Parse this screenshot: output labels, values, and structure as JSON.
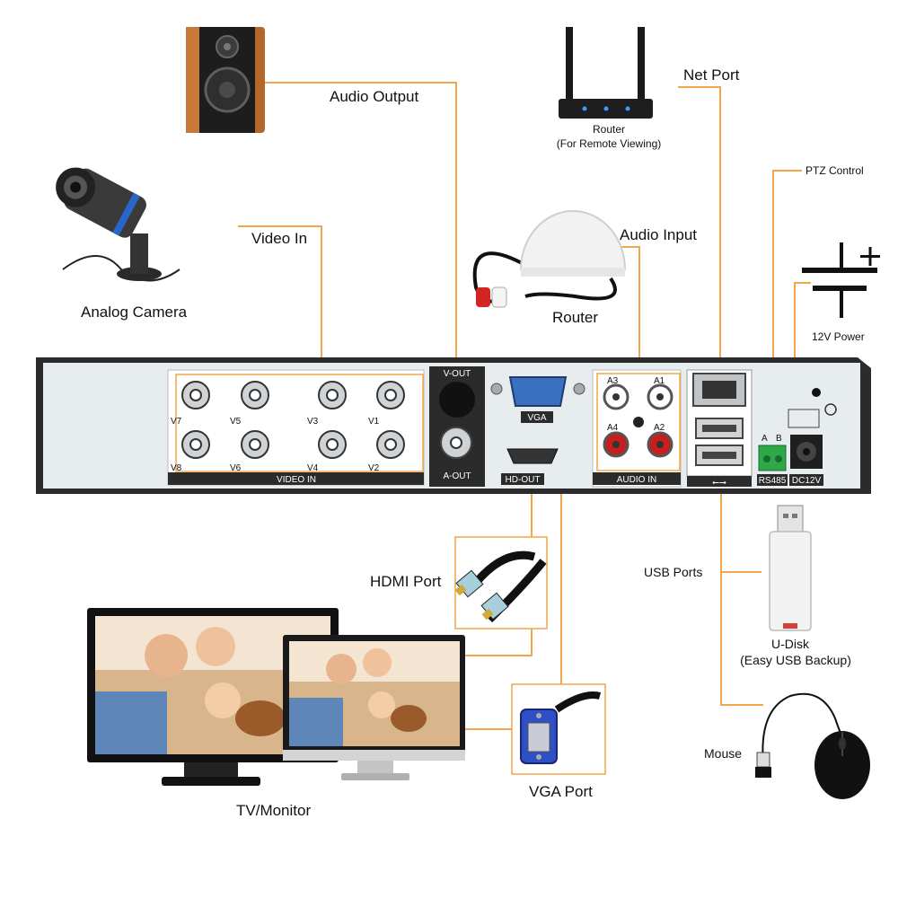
{
  "labels": {
    "audio_output": "Audio Output",
    "video_in": "Video In",
    "analog_camera": "Analog Camera",
    "router_title": "Router",
    "router_sub": "(For Remote Viewing)",
    "net_port": "Net Port",
    "audio_input": "Audio Input",
    "mic_label": "Router",
    "ptz_control": "PTZ Control",
    "power_12v": "12V Power",
    "hdmi_port": "HDMI Port",
    "usb_ports": "USB Ports",
    "udisk_title": "U-Disk",
    "udisk_sub": "(Easy USB Backup)",
    "mouse": "Mouse",
    "tv_monitor": "TV/Monitor",
    "vga_port": "VGA Port"
  },
  "panel": {
    "video_in": "VIDEO IN",
    "v_out": "V-OUT",
    "a_out": "A-OUT",
    "vga": "VGA",
    "hd_out": "HD-OUT",
    "audio_in": "AUDIO IN",
    "rs485": "RS485",
    "dc12v": "DC12V",
    "a": "A",
    "b": "B",
    "channels": [
      "V7",
      "V5",
      "V3",
      "V1",
      "V8",
      "V6",
      "V4",
      "V2"
    ],
    "audio_channels": [
      "A3",
      "A1",
      "A4",
      "A2"
    ]
  },
  "colors": {
    "wire": "#f2a54a",
    "panel": "#2b2b2b",
    "panel_face": "#e7ecef"
  }
}
